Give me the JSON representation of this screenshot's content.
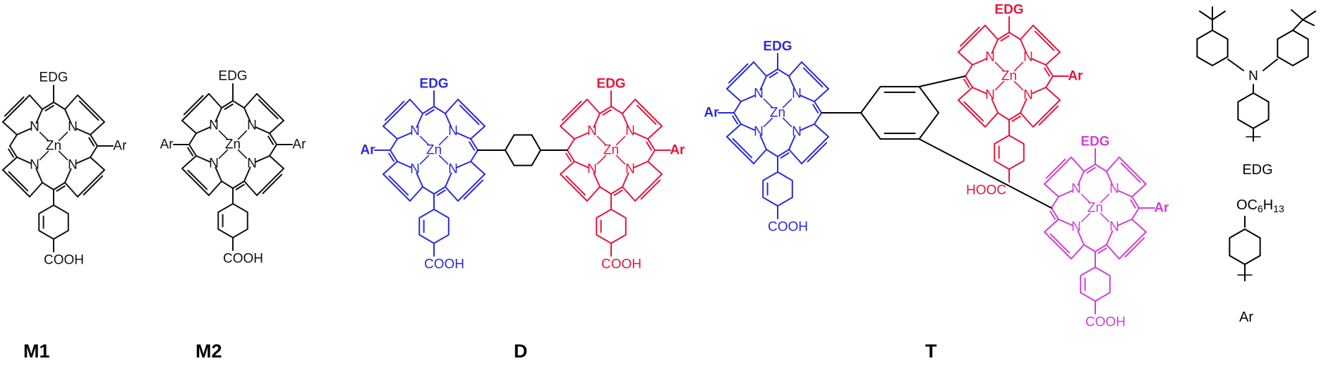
{
  "colors": {
    "m": "#111111",
    "blue": "#2b2bd6",
    "red": "#e3163c",
    "pink": "#d23fd6"
  },
  "atoms": {
    "n": "N",
    "zn": "Zn"
  },
  "compounds": [
    {
      "id": "M1",
      "label": "M1",
      "color_key": "m",
      "top": "EDG",
      "left": "",
      "right": "Ar",
      "anchor": "COOH"
    },
    {
      "id": "M2",
      "label": "M2",
      "color_key": "m",
      "top": "EDG",
      "left": "Ar",
      "right": "Ar",
      "anchor": "COOH"
    },
    {
      "id": "D",
      "label": "D"
    },
    {
      "id": "T",
      "label": "T"
    }
  ],
  "dimer_units": [
    {
      "color_key": "blue",
      "top": "EDG",
      "left": "Ar",
      "anchor": "COOH"
    },
    {
      "color_key": "red",
      "top": "EDG",
      "right": "Ar",
      "anchor": "COOH"
    }
  ],
  "trimer_units": [
    {
      "color_key": "blue",
      "top": "EDG",
      "left": "Ar",
      "anchor": "COOH"
    },
    {
      "color_key": "red",
      "top": "EDG",
      "right": "Ar",
      "anchor": "HOOC"
    },
    {
      "color_key": "pink",
      "top": "EDG",
      "right": "Ar",
      "anchor": "COOH"
    }
  ],
  "substituents": {
    "edg_label": "EDG",
    "ar_label": "Ar",
    "ar_group_prefix": "OC",
    "ar_group_c": "6",
    "ar_group_h": "H",
    "ar_group_hn": "13"
  }
}
